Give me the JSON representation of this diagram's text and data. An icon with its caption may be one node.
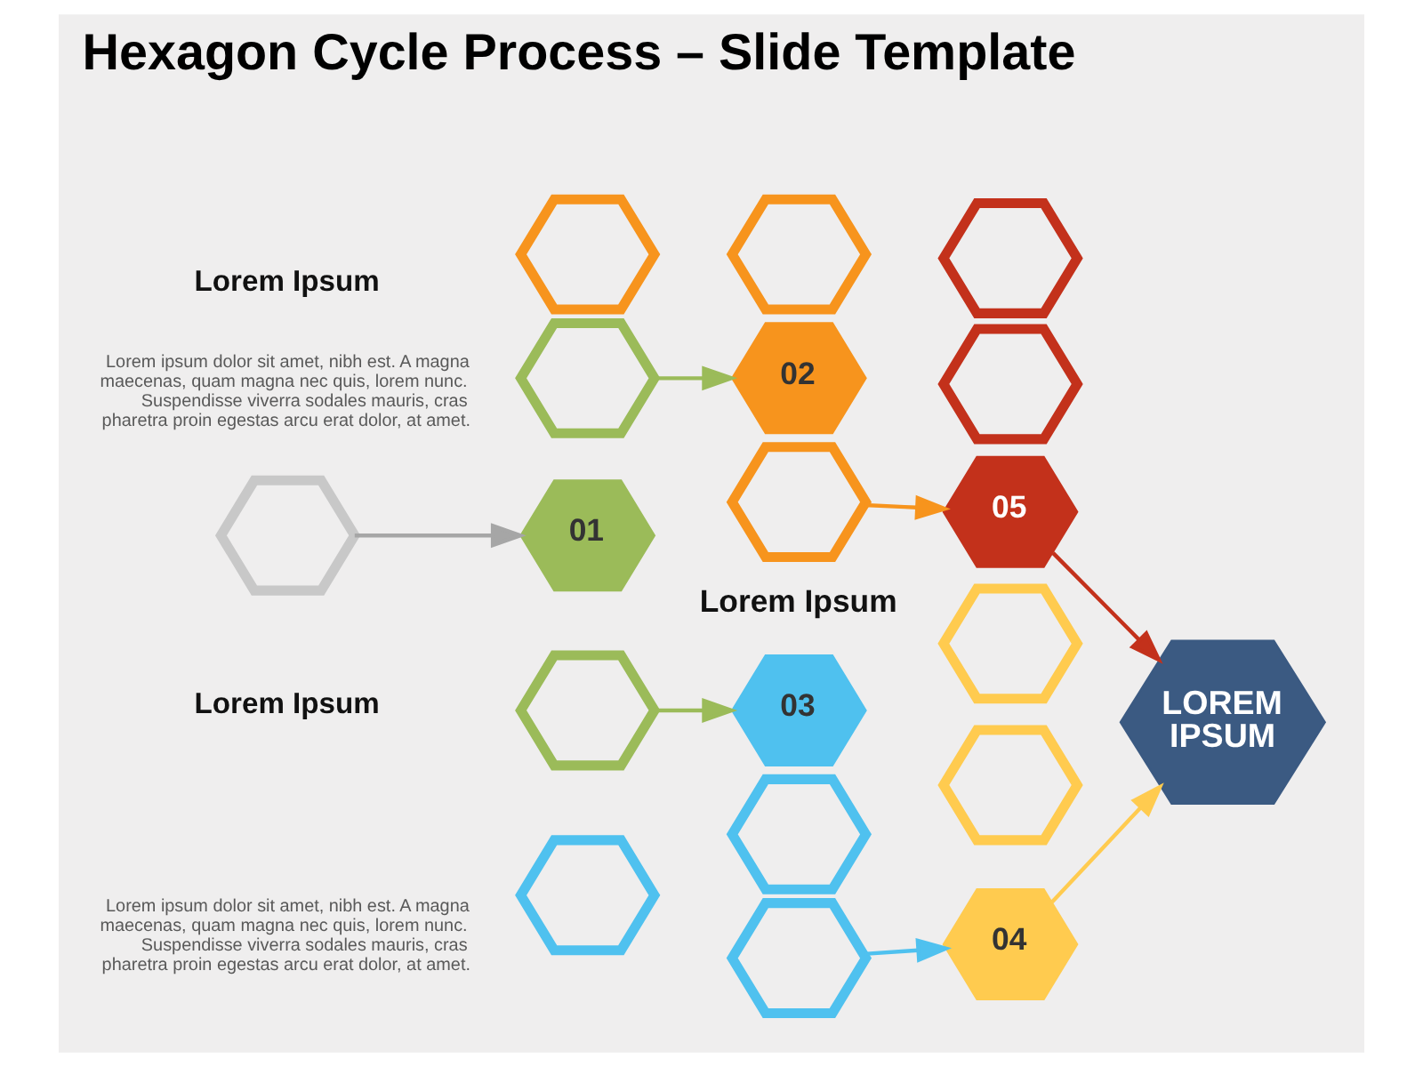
{
  "diagram": {
    "title": "Hexagon Cycle Process – Slide Template",
    "nodes": [
      {
        "text": [],
        "shape": "hexagon"
      },
      {
        "text": [
          "01"
        ]
      },
      {
        "text": [],
        "shape": "hexagon"
      },
      {
        "text": [],
        "shape": "hexagon"
      },
      {
        "text": [],
        "shape": "hexagon"
      },
      {
        "text": [],
        "shape": "hexagon"
      },
      {
        "text": [],
        "shape": "hexagon"
      },
      {
        "text": [
          "02"
        ]
      },
      {
        "text": [],
        "shape": "hexagon"
      },
      {
        "text": [],
        "shape": "hexagon"
      },
      {
        "text": [],
        "shape": "hexagon"
      },
      {
        "text": [
          "03"
        ]
      },
      {
        "text": [
          "04"
        ]
      },
      {
        "text": [],
        "shape": "hexagon"
      },
      {
        "text": [],
        "shape": "hexagon"
      },
      {
        "text": [
          "05"
        ]
      },
      {
        "text": [],
        "shape": "hexagon"
      },
      {
        "text": [],
        "shape": "hexagon"
      },
      {
        "text": [
          "LOREM IPSUM"
        ]
      }
    ],
    "edges": [
      {
        "from": 0,
        "to": 1,
        "arrow": "to",
        "color": "#a6a6a6"
      },
      {
        "from": 2,
        "to": 7,
        "arrow": "to",
        "color": "#9bbb59"
      },
      {
        "from": 3,
        "to": 11,
        "arrow": "to",
        "color": "#9bbb59"
      },
      {
        "from": 6,
        "to": 15,
        "arrow": "to",
        "color": "#f7941d"
      },
      {
        "from": 10,
        "to": 12,
        "arrow": "to",
        "color": "#4fc1ef"
      },
      {
        "from": 15,
        "to": 18,
        "arrow": "to",
        "color": "#c3311b"
      },
      {
        "from": 12,
        "to": 18,
        "arrow": "to",
        "color": "#ffcb4f"
      }
    ],
    "labels": [
      "Lorem Ipsum",
      "Lorem ipsum dolor sit amet, nibh est. A magna maecenas, quam magna nec quis, lorem nunc. Suspendisse viverra sodales mauris, cras pharetra proin egestas arcu erat dolor, at amet.",
      "Lorem Ipsum",
      "Lorem Ipsum",
      "Lorem ipsum dolor sit amet, nibh est. A magna maecenas, quam magna nec quis, lorem nunc. Suspendisse viverra sodales mauris, cras pharetra proin egestas arcu erat dolor, at amet."
    ]
  }
}
